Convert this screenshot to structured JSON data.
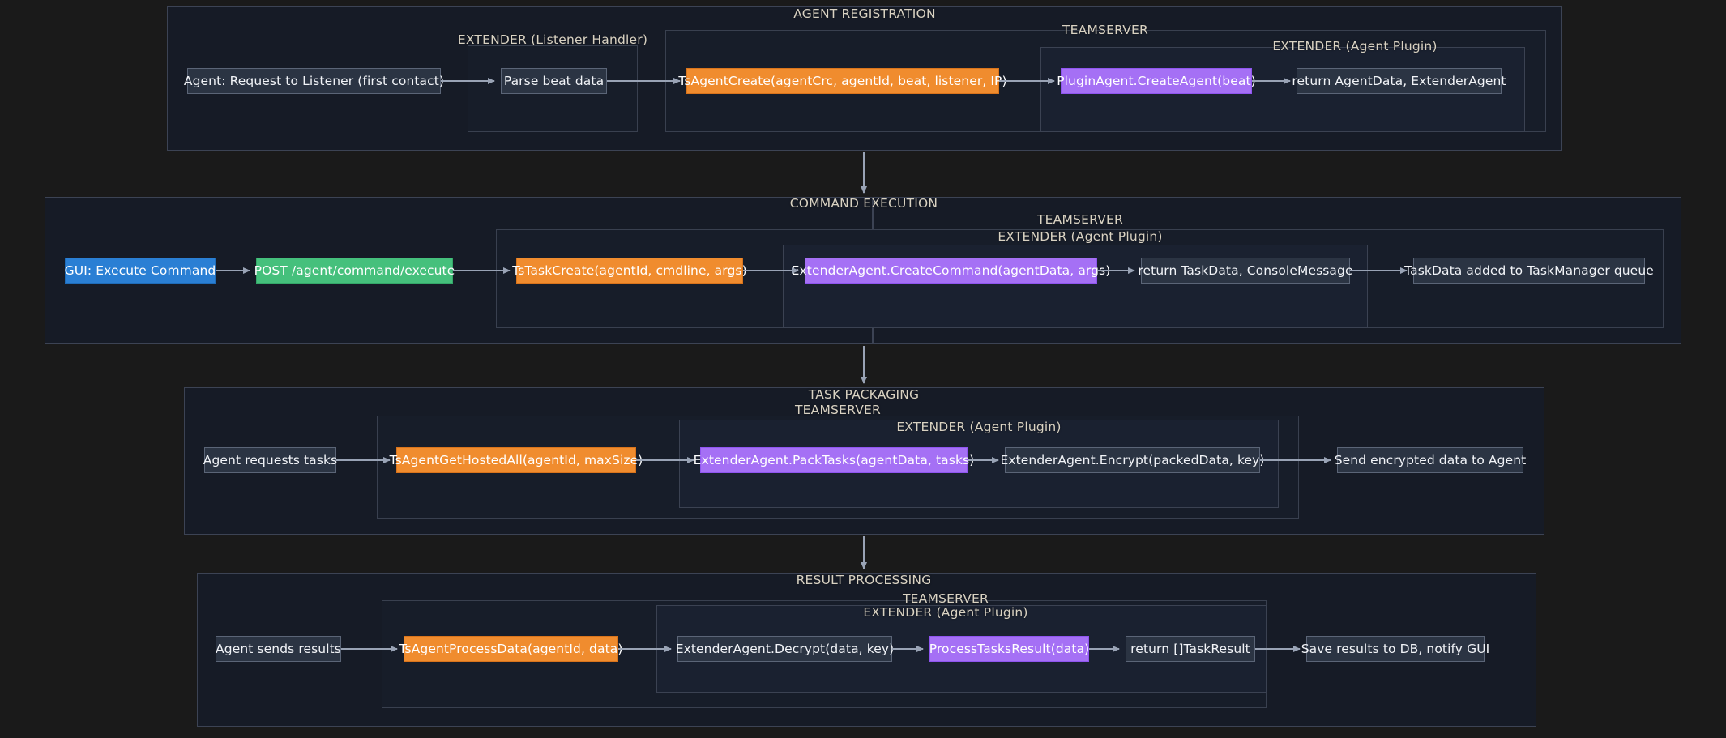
{
  "diagram": {
    "title": "Agent lifecycle flow (AdaptixC2 teamserver / extender)",
    "background_color": "#1a1a1a",
    "palette": {
      "cluster_fill": "#161b26",
      "cluster_border": "#3c4354",
      "node_default_fill": "#2b3443",
      "node_default_border": "#5b6577",
      "orange": "#f08c2e",
      "purple": "#a570f5",
      "blue": "#2a7fd4",
      "green": "#45c07c",
      "edge": "#99a3b5",
      "label_text": "#d9d2c2"
    },
    "sections": [
      {
        "id": "agent-registration",
        "label": "AGENT REGISTRATION",
        "groups": [
          {
            "id": "extender-listener-handler",
            "label": "EXTENDER (Listener Handler)"
          },
          {
            "id": "teamserver",
            "label": "TEAMSERVER"
          },
          {
            "id": "extender-agent-plugin",
            "label": "EXTENDER (Agent Plugin)"
          }
        ],
        "nodes": [
          {
            "id": "ar-n1",
            "label": "Agent: Request to Listener (first contact)",
            "style": "default"
          },
          {
            "id": "ar-n2",
            "label": "Parse beat data",
            "style": "default"
          },
          {
            "id": "ar-n3",
            "label": "TsAgentCreate(agentCrc, agentId, beat, listener, IP)",
            "style": "orange"
          },
          {
            "id": "ar-n4",
            "label": "PluginAgent.CreateAgent(beat)",
            "style": "purple"
          },
          {
            "id": "ar-n5",
            "label": "return AgentData, ExtenderAgent",
            "style": "default"
          }
        ]
      },
      {
        "id": "command-execution",
        "label": "COMMAND EXECUTION",
        "groups": [
          {
            "id": "teamserver",
            "label": "TEAMSERVER"
          },
          {
            "id": "extender-agent-plugin",
            "label": "EXTENDER (Agent Plugin)"
          }
        ],
        "nodes": [
          {
            "id": "ce-n1",
            "label": "GUI: Execute Command",
            "style": "blue"
          },
          {
            "id": "ce-n2",
            "label": "POST /agent/command/execute",
            "style": "green"
          },
          {
            "id": "ce-n3",
            "label": "TsTaskCreate(agentId, cmdline, args)",
            "style": "orange"
          },
          {
            "id": "ce-n4",
            "label": "ExtenderAgent.CreateCommand(agentData, args)",
            "style": "purple"
          },
          {
            "id": "ce-n5",
            "label": "return TaskData, ConsoleMessage",
            "style": "default"
          },
          {
            "id": "ce-n6",
            "label": "TaskData added to TaskManager queue",
            "style": "default"
          }
        ]
      },
      {
        "id": "task-packaging",
        "label": "TASK PACKAGING",
        "groups": [
          {
            "id": "teamserver",
            "label": "TEAMSERVER"
          },
          {
            "id": "extender-agent-plugin",
            "label": "EXTENDER (Agent Plugin)"
          }
        ],
        "nodes": [
          {
            "id": "tp-n1",
            "label": "Agent requests tasks",
            "style": "default"
          },
          {
            "id": "tp-n2",
            "label": "TsAgentGetHostedAll(agentId, maxSize)",
            "style": "orange"
          },
          {
            "id": "tp-n3",
            "label": "ExtenderAgent.PackTasks(agentData, tasks)",
            "style": "purple"
          },
          {
            "id": "tp-n4",
            "label": "ExtenderAgent.Encrypt(packedData, key)",
            "style": "default"
          },
          {
            "id": "tp-n5",
            "label": "Send encrypted data to Agent",
            "style": "default"
          }
        ]
      },
      {
        "id": "result-processing",
        "label": "RESULT PROCESSING",
        "groups": [
          {
            "id": "teamserver",
            "label": "TEAMSERVER"
          },
          {
            "id": "extender-agent-plugin",
            "label": "EXTENDER (Agent Plugin)"
          }
        ],
        "nodes": [
          {
            "id": "rp-n1",
            "label": "Agent sends results",
            "style": "default"
          },
          {
            "id": "rp-n2",
            "label": "TsAgentProcessData(agentId, data)",
            "style": "orange"
          },
          {
            "id": "rp-n3",
            "label": "ExtenderAgent.Decrypt(data, key)",
            "style": "default"
          },
          {
            "id": "rp-n4",
            "label": "ProcessTasksResult(data)",
            "style": "purple"
          },
          {
            "id": "rp-n5",
            "label": "return []TaskResult",
            "style": "default"
          },
          {
            "id": "rp-n6",
            "label": "Save results to DB, notify GUI",
            "style": "default"
          }
        ]
      }
    ]
  }
}
